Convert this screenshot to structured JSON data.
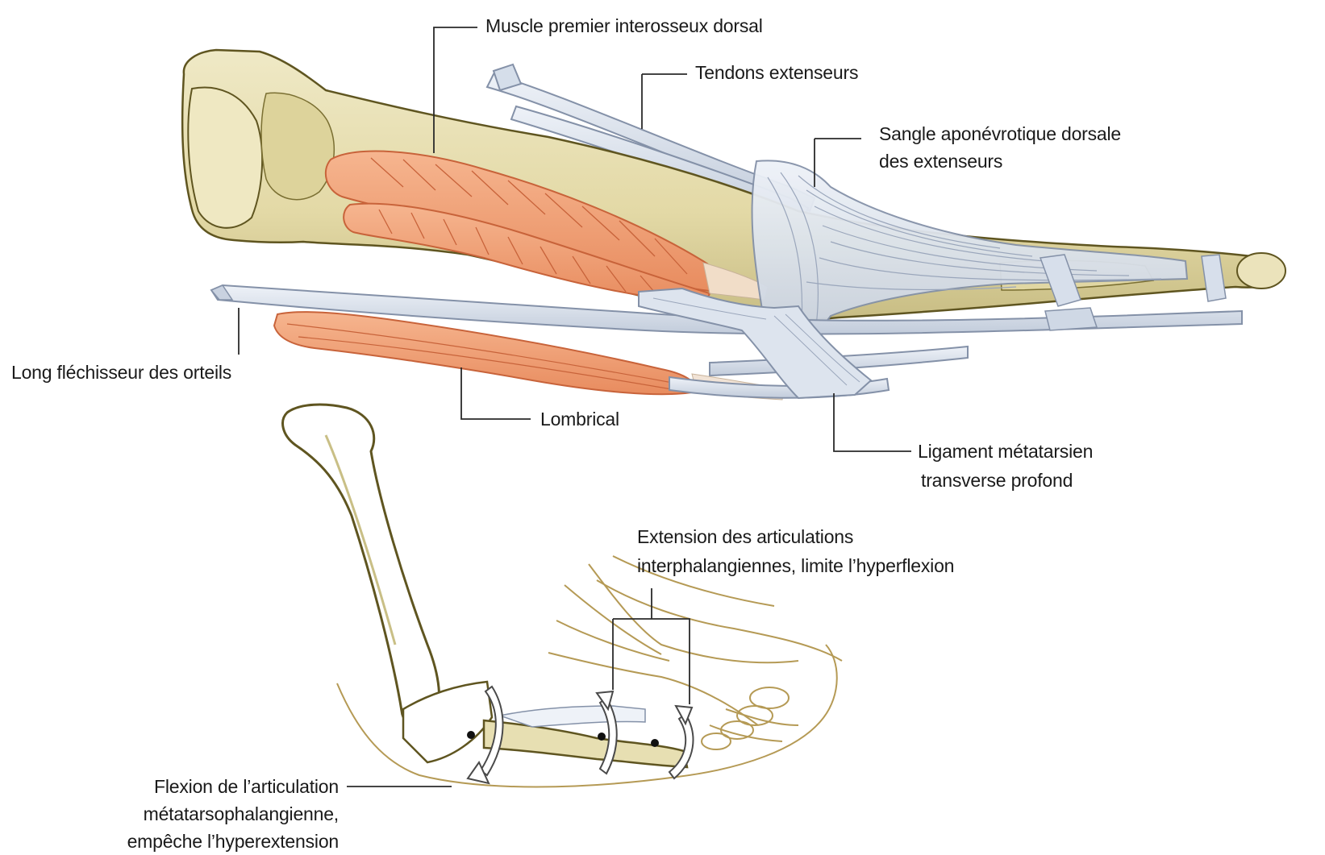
{
  "colors": {
    "bone_fill": "#e7dfb2",
    "bone_shadow": "#c9bf86",
    "bone_outline": "#5f5520",
    "muscle_fill": "#f2a57c",
    "muscle_line": "#c8633a",
    "tendon_fill": "#dbe3ef",
    "tendon_line": "#8491a8",
    "foot_outline": "#b59a55",
    "leader_line": "#2a2a2a"
  },
  "labels": {
    "interosseus": "Muscle premier interosseux dorsal",
    "extensor_tendons": "Tendons extenseurs",
    "dorsal_hood_line1": "Sangle aponévrotique dorsale",
    "dorsal_hood_line2": "des extenseurs",
    "flexor_longus": "Long fléchisseur des orteils",
    "lumbrical": "Lombrical",
    "deep_ligament_line1": "Ligament métatarsien",
    "deep_ligament_line2": "transverse profond",
    "extension_line1": "Extension des articulations",
    "extension_line2": "interphalangiennes, limite l’hyperflexion",
    "flexion_line1": "Flexion de l’articulation",
    "flexion_line2": "métatarsophalangienne,",
    "flexion_line3": "empêche l’hyperextension"
  },
  "icons": [
    "rotation-arrow-icon",
    "joint-axis-dot-icon"
  ]
}
